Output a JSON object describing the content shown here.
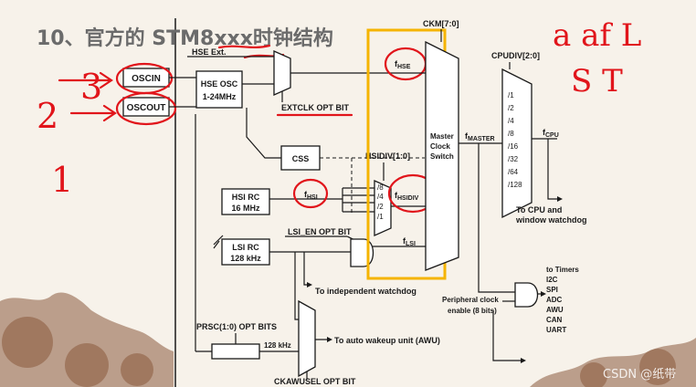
{
  "title": "10、官方的 STM8xxx时钟结构",
  "pins": {
    "oscin": "OSCIN",
    "oscout": "OSCOUT"
  },
  "blocks": {
    "hse_ext": "HSE Ext.",
    "hse_osc_line1": "HSE OSC",
    "hse_osc_line2": "1-24MHz",
    "extclk": "EXTCLK OPT BIT",
    "css": "CSS",
    "hsi_rc_line1": "HSI RC",
    "hsi_rc_line2": "16 MHz",
    "lsi_en": "LSI_EN OPT BIT",
    "lsi_rc_line1": "LSI RC",
    "lsi_rc_line2": "128 kHz",
    "prsc": "PRSC(1:0) OPT BITS",
    "ckawusel": "CKAWUSEL OPT BIT",
    "khz128": "128 kHz"
  },
  "signals": {
    "fhse_f": "f",
    "fhse_sub": "HSE",
    "fhsi_f": "f",
    "fhsi_sub": "HSI",
    "fhsidiv_f": "f",
    "fhsidiv_sub": "HSIDIV",
    "flsi_f": "f",
    "flsi_sub": "LSI",
    "fmaster_f": "f",
    "fmaster_sub": "MASTER",
    "fcpu_f": "f",
    "fcpu_sub": "CPU"
  },
  "ckm": "CKM[7:0]",
  "hsidiv": "HSIDIV[1:0]",
  "hsidiv_options": [
    "/8",
    "/4",
    "/2",
    "/1"
  ],
  "master_switch": [
    "Master",
    "Clock",
    "Switch"
  ],
  "cpudiv": "CPUDIV[2:0]",
  "cpudiv_options": [
    "/1",
    "/2",
    "/4",
    "/8",
    "/16",
    "/32",
    "/64",
    "/128"
  ],
  "outputs": {
    "cpu_wd_line1": "To CPU and",
    "cpu_wd_line2": "window watchdog",
    "iwdg": "To independent watchdog",
    "awu": "To auto wakeup unit (AWU)",
    "timers_header": "to Timers",
    "timers_list": [
      "I2C",
      "SPI",
      "ADC",
      "AWU",
      "CAN",
      "UART"
    ],
    "periph_line1": "Peripheral clock",
    "periph_line2": "enable (8 bits)"
  },
  "annotations": {
    "top_right": "a af L",
    "second_right": "S T",
    "num2": "2",
    "num1": "1",
    "num3": "3"
  },
  "watermark": "CSDN @纸带",
  "colors": {
    "highlight_box": "#f5b400",
    "ink_red": "#e1151b"
  }
}
